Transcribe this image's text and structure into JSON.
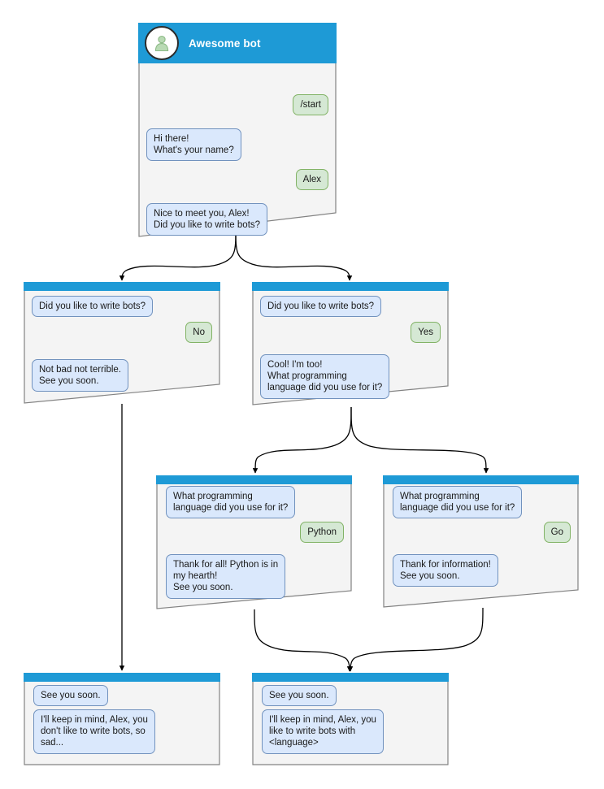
{
  "diagram": {
    "title": "Awesome bot chat flow",
    "colors": {
      "header_blue": "#1e9ad6",
      "card_fill": "#f4f4f4",
      "card_stroke": "#828282",
      "bot_bubble_fill": "#dae8fc",
      "bot_bubble_stroke": "#7192be",
      "user_bubble_fill": "#d5e8d4",
      "user_bubble_stroke": "#82b366",
      "edge_stroke": "#000000",
      "avatar_person": "#a9d0a5",
      "canvas": "#ffffff"
    }
  },
  "nodes": {
    "root": {
      "id": "root",
      "title": "Awesome bot",
      "avatar_icon": "person-avatar-icon",
      "messages": [
        {
          "side": "user",
          "text": "/start"
        },
        {
          "side": "bot",
          "text": "Hi there!\nWhat's your name?"
        },
        {
          "side": "user",
          "text": "Alex"
        },
        {
          "side": "bot",
          "text": "Nice to meet you, Alex!\nDid you like to write bots?"
        }
      ]
    },
    "no_branch": {
      "id": "no-branch",
      "messages": [
        {
          "side": "bot",
          "text": "Did you like to write bots?"
        },
        {
          "side": "user",
          "text": "No"
        },
        {
          "side": "bot",
          "text": "Not bad not terrible.\nSee you soon."
        }
      ]
    },
    "yes_branch": {
      "id": "yes-branch",
      "messages": [
        {
          "side": "bot",
          "text": "Did you like to write bots?"
        },
        {
          "side": "user",
          "text": "Yes"
        },
        {
          "side": "bot",
          "text": "Cool! I'm too!\nWhat programming\nlanguage did you use for it?"
        }
      ]
    },
    "python_branch": {
      "id": "python-branch",
      "messages": [
        {
          "side": "bot",
          "text": "What programming\nlanguage did you use for it?"
        },
        {
          "side": "user",
          "text": "Python"
        },
        {
          "side": "bot",
          "text": "Thank for all! Python is in\nmy hearth!\nSee you soon."
        }
      ]
    },
    "go_branch": {
      "id": "go-branch",
      "messages": [
        {
          "side": "bot",
          "text": "What programming\nlanguage did you use for it?"
        },
        {
          "side": "user",
          "text": "Go"
        },
        {
          "side": "bot",
          "text": "Thank for information!\nSee you soon."
        }
      ]
    },
    "end_sad": {
      "id": "end-sad",
      "messages": [
        {
          "side": "bot",
          "text": "See you soon."
        },
        {
          "side": "bot",
          "text": "I'll keep in mind, Alex, you\ndon't like to write bots, so\nsad..."
        }
      ]
    },
    "end_happy": {
      "id": "end-happy",
      "messages": [
        {
          "side": "bot",
          "text": "See you soon."
        },
        {
          "side": "bot",
          "text": "I'll keep in mind, Alex, you\nlike to write bots with\n<language>"
        }
      ]
    }
  }
}
